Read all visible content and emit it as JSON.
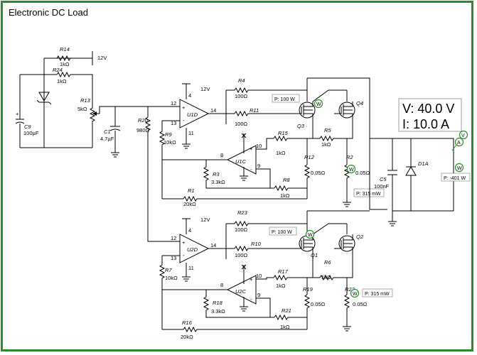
{
  "title": "Electronic DC Load",
  "meter": {
    "voltage": "V: 40.0 V",
    "current": "I: 10.0 A",
    "power": "P: -401 W"
  },
  "probes": {
    "q3_power": "P: 100 W",
    "q1_power": "P: 100 W",
    "r2_power": "P: 315 mW",
    "r22_power": "P: 315 mW"
  },
  "supply_labels": {
    "v12_top": "12V",
    "v12_u1": "12V",
    "v12_u2": "12V"
  },
  "probe_badges": {
    "w": "W",
    "v": "V",
    "a": "A"
  },
  "components": {
    "R14": {
      "ref": "R14",
      "value": "1kΩ"
    },
    "R24": {
      "ref": "R24",
      "value": "1kΩ"
    },
    "R13": {
      "ref": "R13",
      "value": "5kΩ"
    },
    "C9": {
      "ref": "C9",
      "value": "100µF"
    },
    "C1": {
      "ref": "C1",
      "value": "4.7µF"
    },
    "R20": {
      "ref": "R20",
      "value": "980Ω"
    },
    "R9": {
      "ref": "R9",
      "value": "10kΩ"
    },
    "U1D": {
      "ref": "U1D"
    },
    "U1C": {
      "ref": "U1C"
    },
    "R4": {
      "ref": "R4",
      "value": "100Ω"
    },
    "R11": {
      "ref": "R11",
      "value": "100Ω"
    },
    "Q3": {
      "ref": "Q3"
    },
    "Q4": {
      "ref": "Q4"
    },
    "R15": {
      "ref": "R15",
      "value": "1kΩ"
    },
    "R5": {
      "ref": "R5",
      "value": "1kΩ"
    },
    "R12": {
      "ref": "R12",
      "value": "0.05Ω"
    },
    "R2": {
      "ref": "R2",
      "value": "0.05Ω"
    },
    "R3": {
      "ref": "R3",
      "value": "3.3kΩ"
    },
    "R8": {
      "ref": "R8",
      "value": "1kΩ"
    },
    "R1": {
      "ref": "R1",
      "value": "20kΩ"
    },
    "C5": {
      "ref": "C5",
      "value": "100nF"
    },
    "D1A": {
      "ref": "D1A"
    },
    "U2D": {
      "ref": "U2D"
    },
    "U2C": {
      "ref": "U2C"
    },
    "R23": {
      "ref": "R23",
      "value": "100Ω"
    },
    "R10": {
      "ref": "R10",
      "value": "100Ω"
    },
    "Q1": {
      "ref": "Q1"
    },
    "Q2": {
      "ref": "Q2"
    },
    "R7": {
      "ref": "R7",
      "value": "10kΩ"
    },
    "R17": {
      "ref": "R17",
      "value": "1kΩ"
    },
    "R6": {
      "ref": "R6",
      "value": "1kΩ"
    },
    "R19": {
      "ref": "R19",
      "value": "0.05Ω"
    },
    "R22": {
      "ref": "R22",
      "value": "0.05Ω"
    },
    "R18": {
      "ref": "R18",
      "value": "3.3kΩ"
    },
    "R21": {
      "ref": "R21",
      "value": "1kΩ"
    },
    "R16": {
      "ref": "R16",
      "value": "20kΩ"
    }
  },
  "pins": {
    "u1d_in_p": "12",
    "u1d_in_n": "13",
    "u1d_out": "14",
    "u1d_v": "4",
    "u1d_g": "11",
    "u1c_in_p": "10",
    "u1c_in_n": "9",
    "u1c_out": "8",
    "u2d_in_p": "12",
    "u2d_in_n": "13",
    "u2d_out": "14",
    "u2d_v": "4",
    "u2d_g": "11",
    "u2c_in_p": "10",
    "u2c_in_n": "9",
    "u2c_out": "8"
  },
  "colors": {
    "frame": "#2a8d2a",
    "probe": "#2a8d2a",
    "wire": "#000000"
  }
}
